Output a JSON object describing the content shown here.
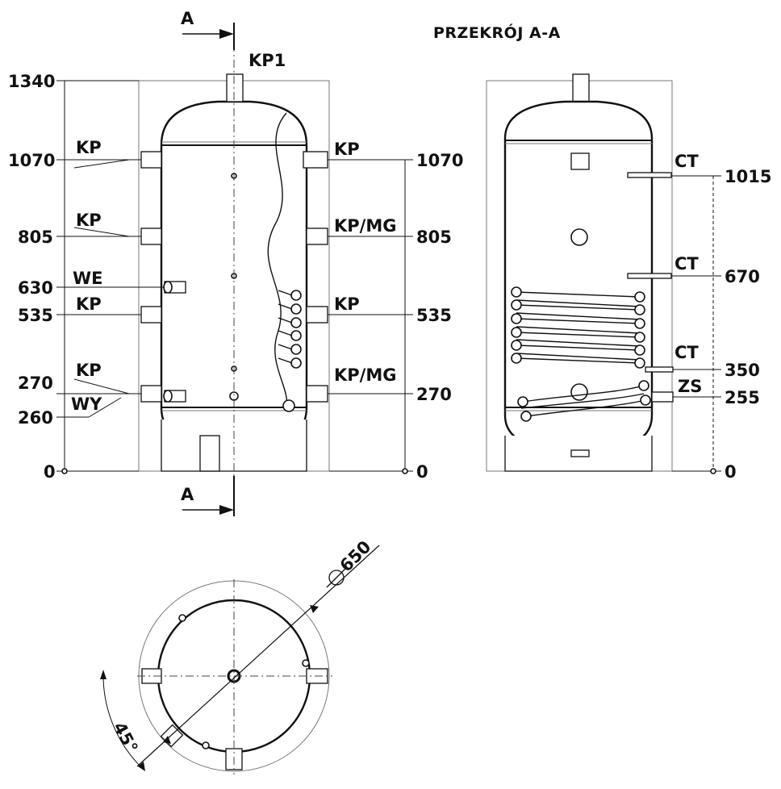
{
  "front_view": {
    "section_marker": "A",
    "top_pipe": "KP1",
    "left_heights": [
      "1340",
      "1070",
      "805",
      "630",
      "535",
      "270",
      "260",
      "0"
    ],
    "right_heights": [
      "1070",
      "805",
      "535",
      "270",
      "0"
    ],
    "left_labels": [
      "KP",
      "KP",
      "WE",
      "KP",
      "KP",
      "WY"
    ],
    "right_labels": [
      "KP",
      "KP/MG",
      "KP",
      "KP/MG"
    ]
  },
  "section_view": {
    "title": "PRZEKRÓJ A-A",
    "labels": [
      "CT",
      "CT",
      "CT",
      "ZS"
    ],
    "heights": [
      "1015",
      "670",
      "350",
      "255",
      "0"
    ]
  },
  "plan_view": {
    "diameter": "650",
    "angle": "45°"
  }
}
